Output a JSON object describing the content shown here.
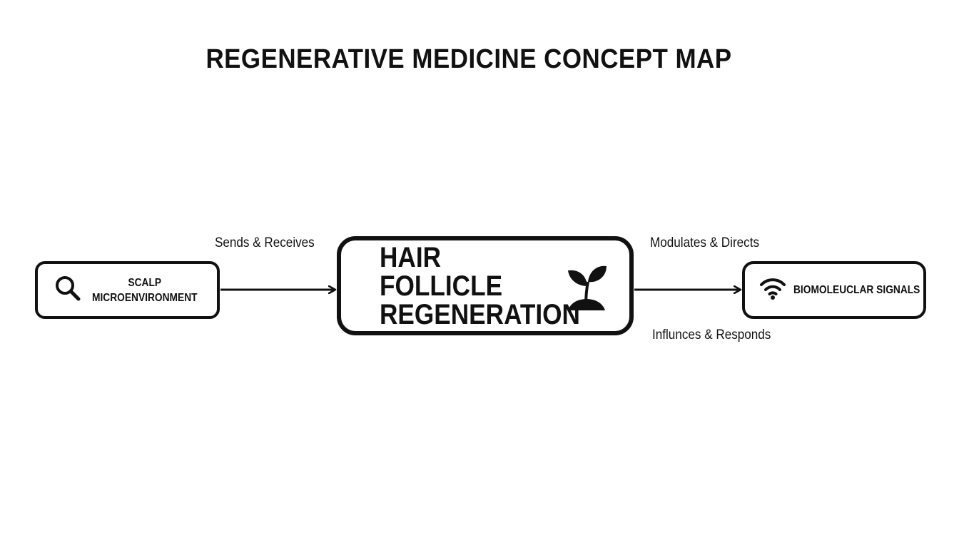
{
  "title": "REGENERATIVE MEDICINE CONCEPT MAP",
  "nodes": {
    "left": {
      "line1": "SCALP",
      "line2": "MICROENVIRONMENT",
      "icon": "search-icon"
    },
    "center": {
      "line1": "HAIR FOLLICLE",
      "line2": "REGENERATION",
      "icon": "sprout-icon"
    },
    "right": {
      "label": "BIOMOLEUCLAR SIGNALS",
      "icon": "wifi-signal-icon"
    }
  },
  "edges": {
    "left_to_center": "Sends & Receives",
    "center_to_right_top": "Modulates & Directs",
    "center_to_right_bottom": "Influnces & Responds"
  },
  "colors": {
    "stroke": "#111111",
    "background": "#ffffff"
  }
}
